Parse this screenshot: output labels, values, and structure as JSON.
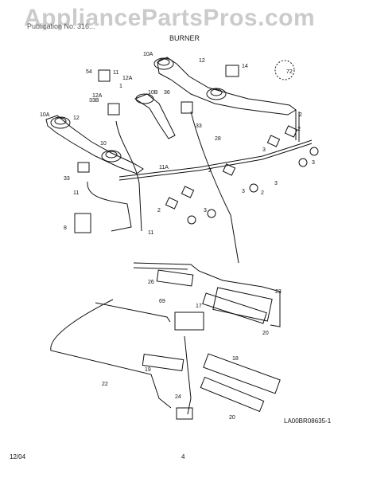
{
  "watermark": "AppliancePartsPros.com",
  "header": {
    "subtitle": "Publication No. 316...",
    "section_title": "BURNER"
  },
  "footer": {
    "date": "12/04",
    "page_number": "4"
  },
  "diagram_code": "LA00BR08635-1",
  "callouts": [
    "10A",
    "12",
    "14",
    "54",
    "11",
    "12A",
    "1",
    "10B",
    "36",
    "33B",
    "72",
    "12A",
    "10A",
    "12",
    "33",
    "28",
    "2",
    "2",
    "10",
    "3",
    "3",
    "11A",
    "2",
    "33",
    "3",
    "11",
    "3",
    "2",
    "2",
    "3",
    "8",
    "11",
    "26",
    "23",
    "69",
    "17",
    "20",
    "19",
    "18",
    "22",
    "24",
    "20"
  ]
}
